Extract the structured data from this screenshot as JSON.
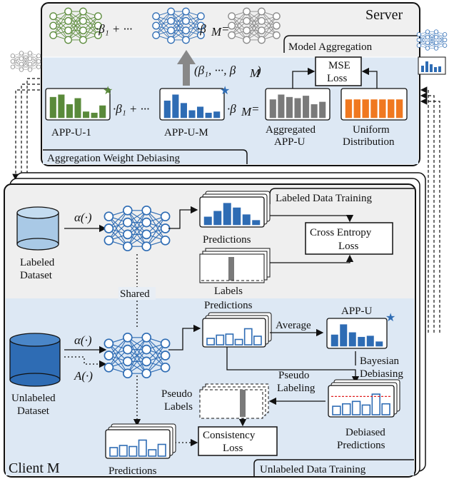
{
  "server": {
    "title": "Server",
    "model_aggregation": "Model Aggregation",
    "aggregation_weight_debiasing": "Aggregation Weight Debiasing",
    "formula_top": "·β₁ + ··· ·β_M =",
    "weights_tuple": "(β₁, ···, β_M)",
    "mse_loss": "MSE Loss",
    "app_u_1": "APP-U-1",
    "app_u_m": "APP-U-M",
    "aggregated_app_u": "Aggregated APP-U",
    "uniform_distribution": "Uniform Distribution"
  },
  "client": {
    "title": "Client M",
    "labeled_data_training": "Labeled Data Training",
    "unlabeled_data_training": "Unlabeled Data Training",
    "labeled_dataset": "Labeled Dataset",
    "unlabeled_dataset": "Unlabeled Dataset",
    "weak_aug": "α(·)",
    "strong_aug": "A(·)",
    "shared": "Shared",
    "predictions": "Predictions",
    "labels": "Labels",
    "cross_entropy_loss": "Cross Entropy Loss",
    "average": "Average",
    "app_u": "APP-U",
    "bayesian_debiasing": "Bayesian Debiasing",
    "pseudo_labeling": "Pseudo Labeling",
    "pseudo_labels": "Pseudo Labels",
    "debiased_predictions": "Debiased Predictions",
    "consistency_loss": "Consistency Loss"
  },
  "colors": {
    "green": "#5a8a3a",
    "blue": "#2e6cb4",
    "gray": "#7a7a7a",
    "orange": "#f07820",
    "panel_blue": "#dde8f4",
    "panel_gray": "#efefef",
    "cyl_light": "#a9c9e6",
    "cyl_dark": "#2e6cb4"
  }
}
